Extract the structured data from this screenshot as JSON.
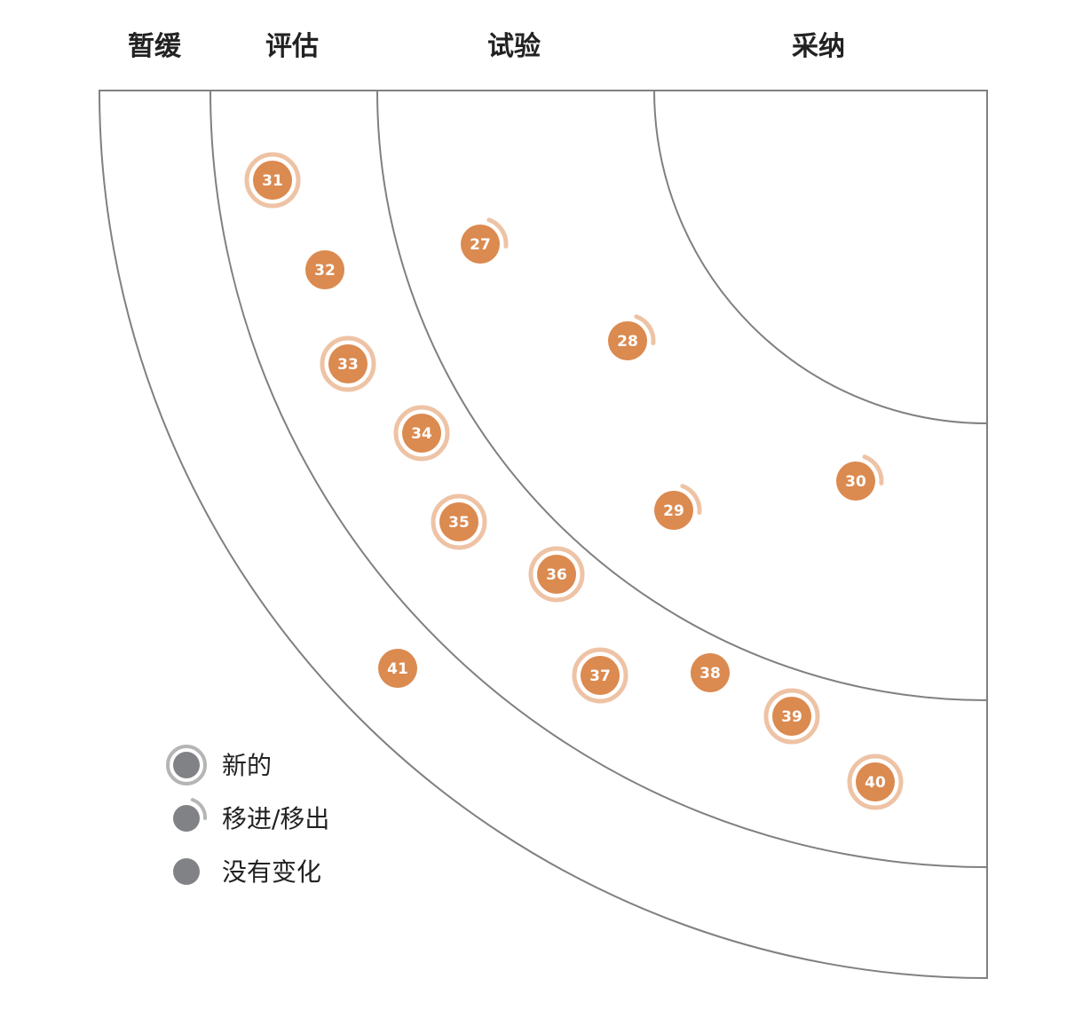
{
  "rings": [
    {
      "id": "hold",
      "label": "暂缓"
    },
    {
      "id": "assess",
      "label": "评估"
    },
    {
      "id": "trial",
      "label": "试验"
    },
    {
      "id": "adopt",
      "label": "采纳"
    }
  ],
  "legend": {
    "new": "新的",
    "moved": "移进/移出",
    "unchanged": "没有变化"
  },
  "colors": {
    "blip": "#db8a50",
    "blip_halo": "#eec3a5",
    "ring_line": "#808080",
    "legend_dot": "#808285",
    "legend_halo": "#b5b5b5",
    "title": "#222222"
  },
  "blips": [
    {
      "label": "27",
      "status": "moved"
    },
    {
      "label": "28",
      "status": "moved"
    },
    {
      "label": "29",
      "status": "moved"
    },
    {
      "label": "30",
      "status": "moved"
    },
    {
      "label": "31",
      "status": "new"
    },
    {
      "label": "32",
      "status": "unchanged"
    },
    {
      "label": "33",
      "status": "new"
    },
    {
      "label": "34",
      "status": "new"
    },
    {
      "label": "35",
      "status": "new"
    },
    {
      "label": "36",
      "status": "new"
    },
    {
      "label": "37",
      "status": "new"
    },
    {
      "label": "38",
      "status": "unchanged"
    },
    {
      "label": "39",
      "status": "new"
    },
    {
      "label": "40",
      "status": "new"
    },
    {
      "label": "41",
      "status": "unchanged"
    }
  ]
}
